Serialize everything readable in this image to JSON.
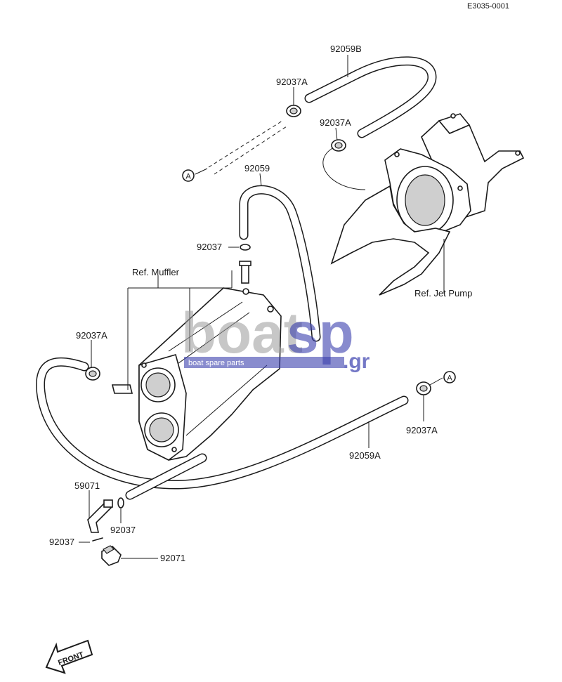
{
  "code": "E3035-0001",
  "labels": {
    "hose_top": "92059B",
    "clamp_top_left": "92037A",
    "clamp_top_right": "92037A",
    "hose_mid": "92059",
    "clip_mid": "92037",
    "muffler": "Ref. Muffler",
    "clamp_left": "92037A",
    "jet_pump": "Ref. Jet Pump",
    "clamp_right": "92037A",
    "hose_long": "92059A",
    "elbow": "59071",
    "clip_bottom_right": "92037",
    "clip_bottom_left": "92037",
    "cap": "92071"
  },
  "markers": {
    "top": "A",
    "right": "A"
  },
  "front_arrow": "FRONT",
  "watermark": {
    "brand_gray": "boat",
    "brand_blue": "sp",
    "domain": ".gr",
    "tagline": "boat spare parts"
  }
}
